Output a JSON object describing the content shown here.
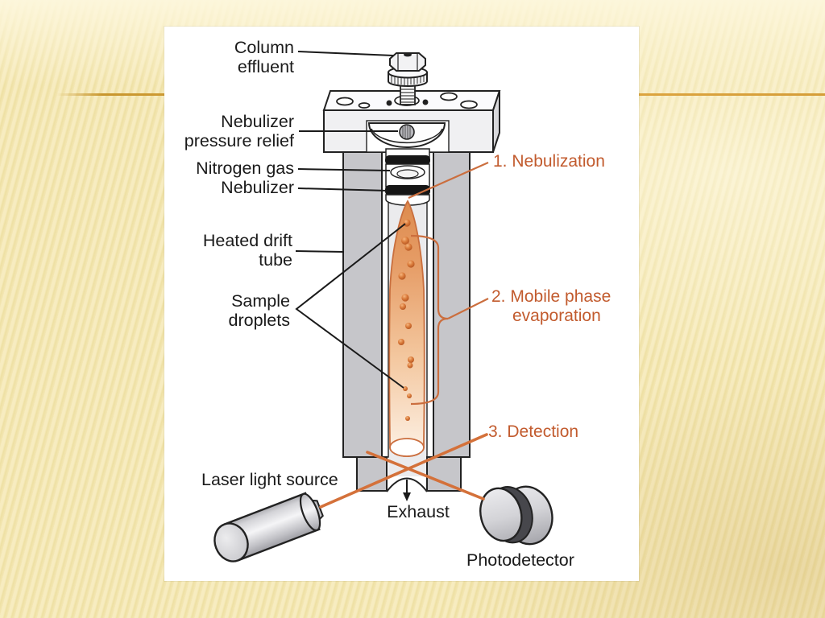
{
  "slide": {
    "background_base": "#f2e4ab",
    "stripe_color": "#eee0a3",
    "accent_gold_line": "#d8a43c",
    "panel_color": "#ffffff"
  },
  "diagram": {
    "title_implicit": "Evaporative light scattering detector schematic",
    "labels": {
      "column_effluent": {
        "l1": "Column",
        "l2": "effluent"
      },
      "pressure_relief": {
        "l1": "Nebulizer",
        "l2": "pressure relief"
      },
      "nitrogen_gas": "Nitrogen gas",
      "nebulizer": "Nebulizer",
      "drift_tube": {
        "l1": "Heated drift",
        "l2": "tube"
      },
      "sample_droplets": {
        "l1": "Sample",
        "l2": "droplets"
      },
      "laser": "Laser light source",
      "exhaust": "Exhaust",
      "photodetector": "Photodetector"
    },
    "steps": {
      "s1": "1. Nebulization",
      "s2a": "2. Mobile phase",
      "s2b": "evaporation",
      "s3": "3. Detection"
    },
    "colors": {
      "ink": "#1a1a1a",
      "orange_text": "#c25b2e",
      "orange_line": "#cb6e3e",
      "beam_orange": "#d4713a",
      "metal_gray": "#c6c6ca",
      "bore_gray": "#ebebed",
      "cone_top": "#dd8b4e",
      "droplet": "#d97a3a"
    }
  }
}
